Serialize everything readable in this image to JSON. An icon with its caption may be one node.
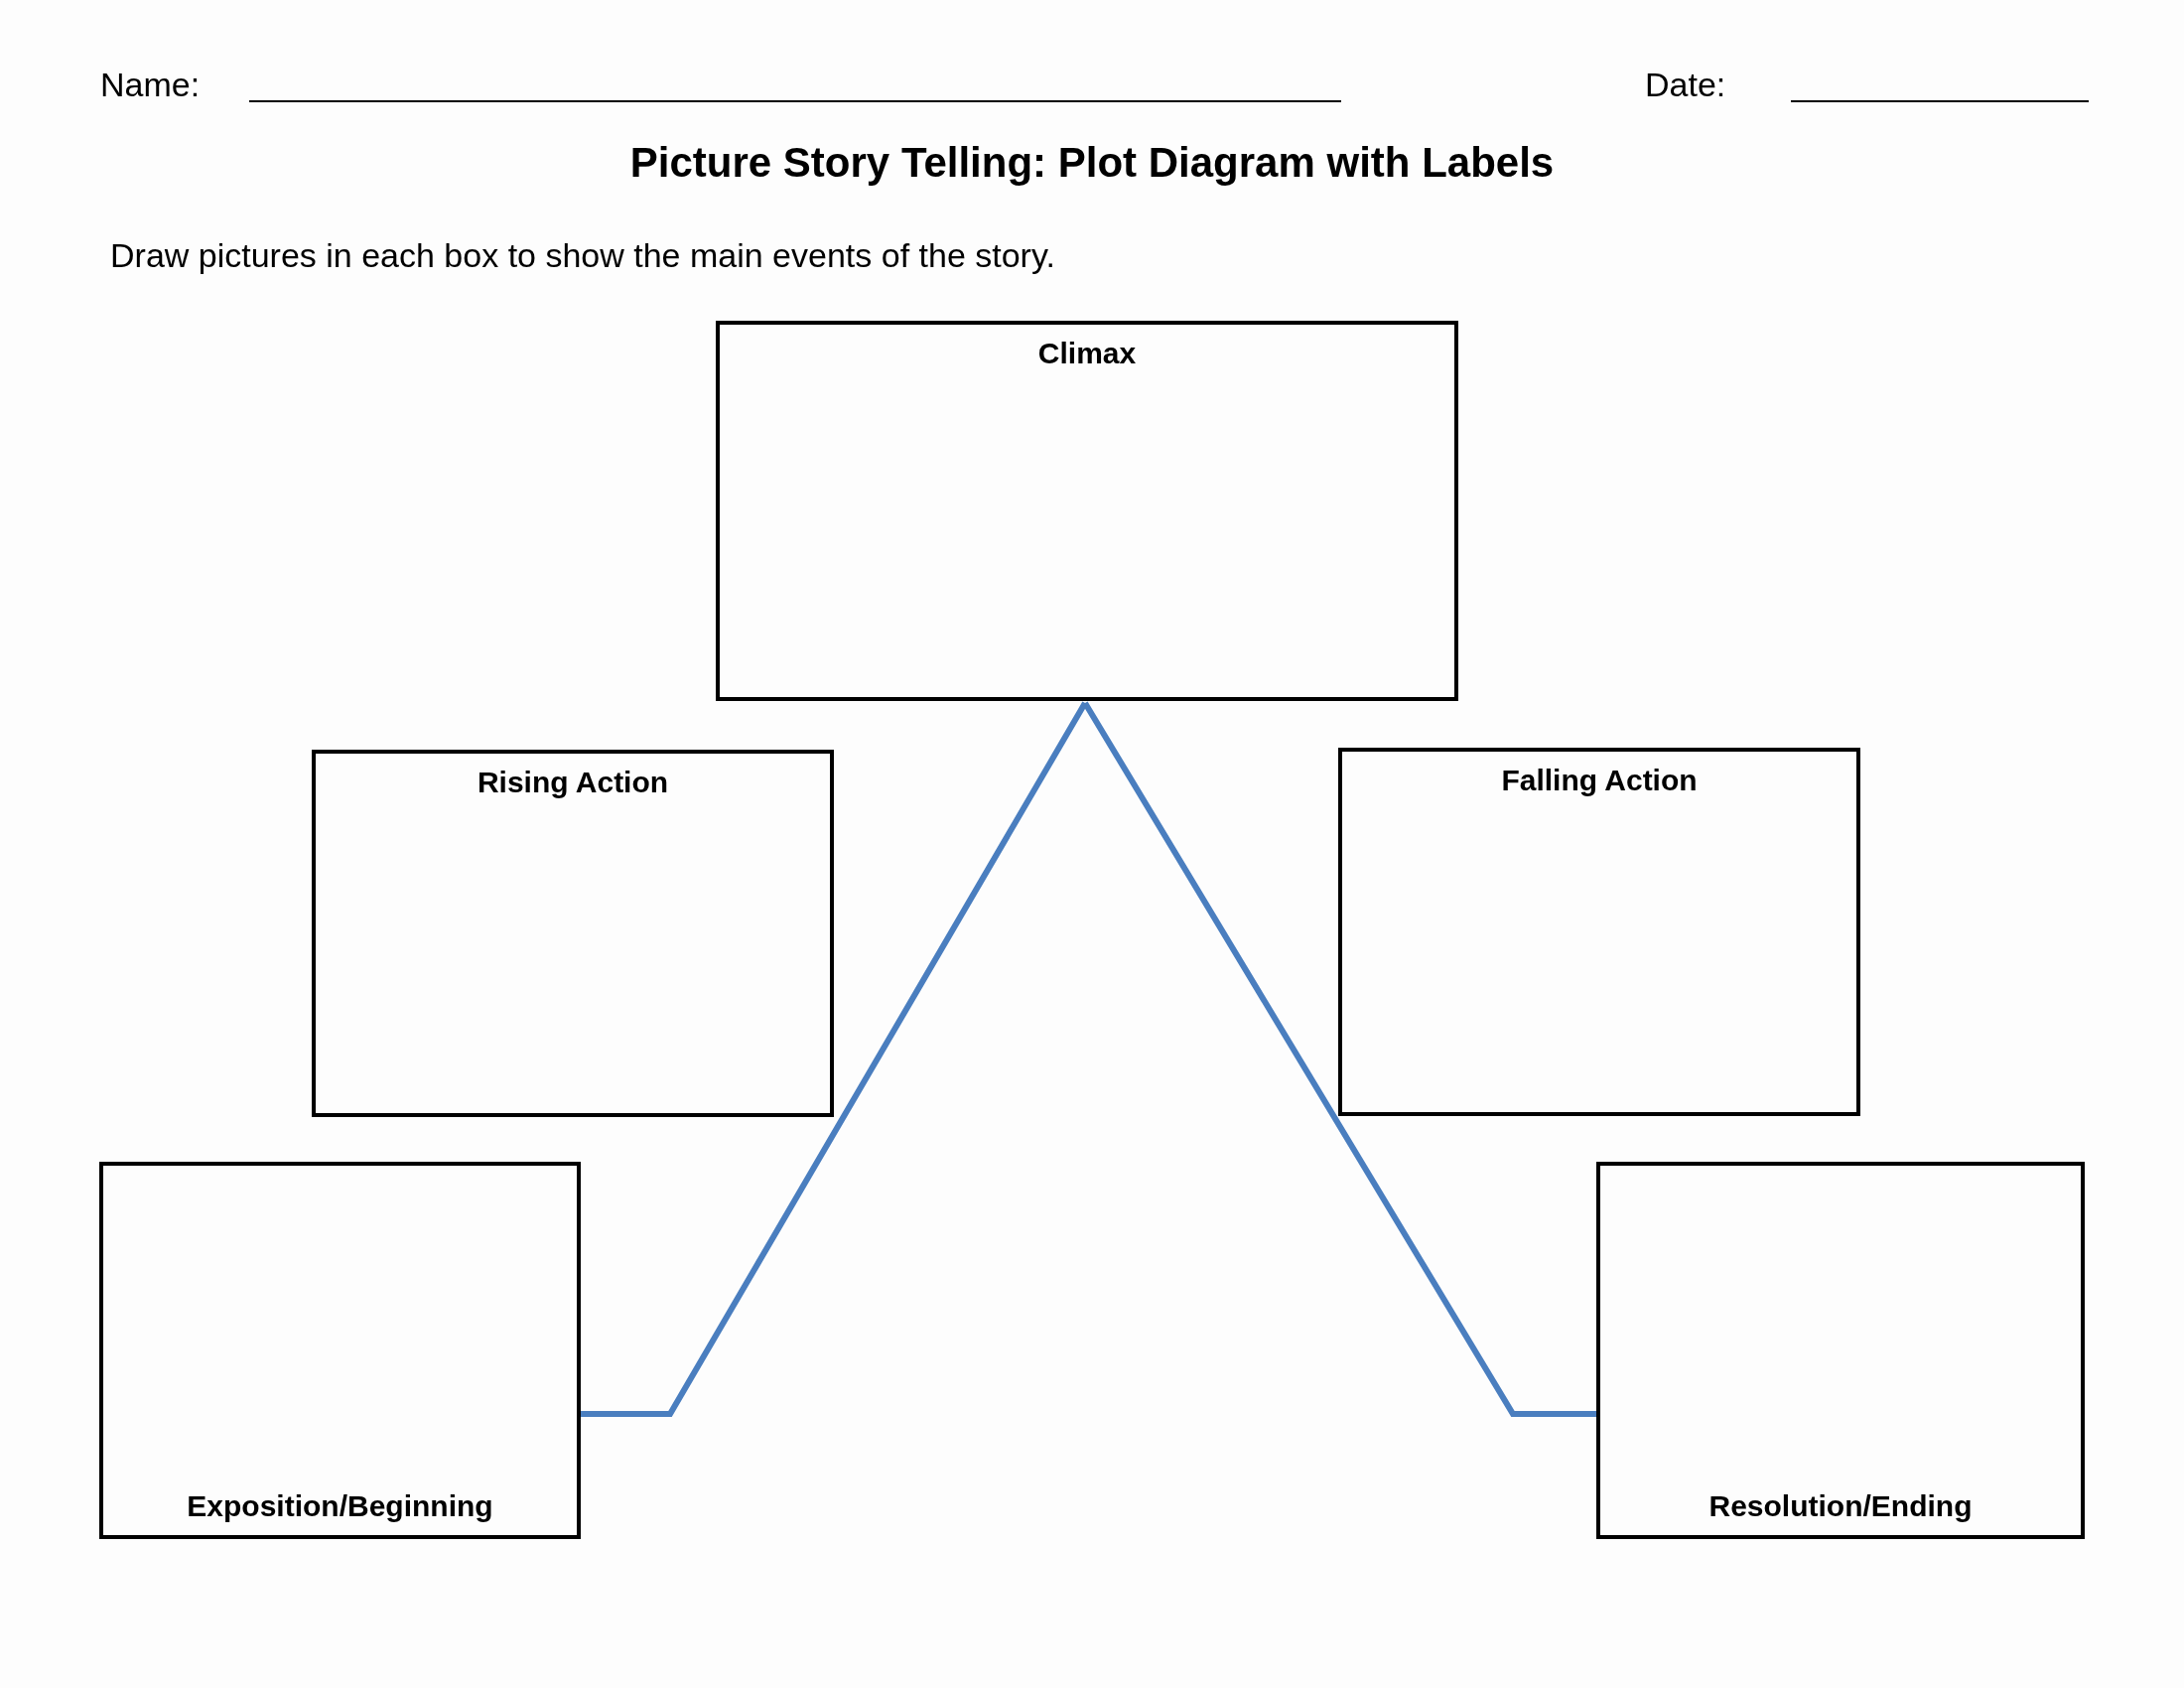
{
  "diagram": {
    "title": "Picture Story Telling: Plot Diagram with Labels",
    "nodes": [
      {
        "text": [
          "Climax"
        ]
      },
      {
        "text": [
          "Rising Action"
        ]
      },
      {
        "text": [
          "Falling Action"
        ]
      },
      {
        "text": [
          "Exposition/Beginning"
        ]
      },
      {
        "text": [
          "Resolution/Ending"
        ]
      }
    ],
    "edges": [
      {
        "from": 3,
        "to": 0,
        "arrow": "none"
      },
      {
        "from": 0,
        "to": 4,
        "arrow": "none"
      }
    ],
    "labels": [
      "Name:",
      "Date:",
      "Draw pictures in each box to show the main events of the story."
    ]
  }
}
